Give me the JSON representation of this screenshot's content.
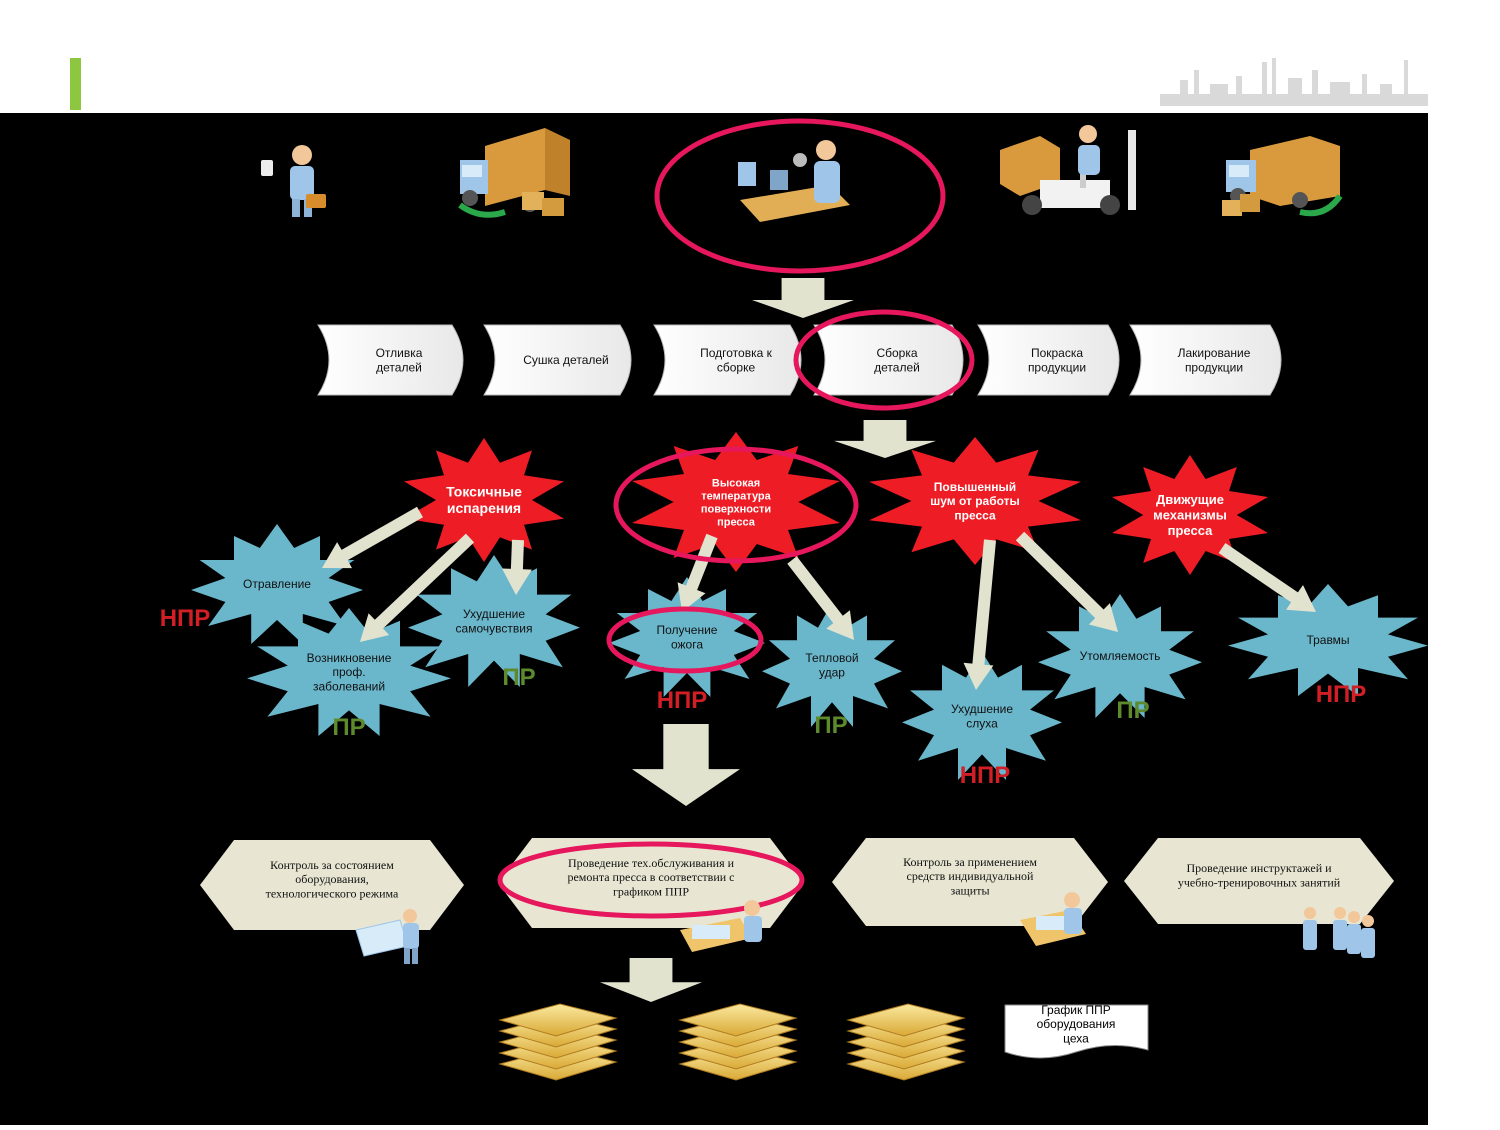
{
  "process_steps": [
    {
      "label": [
        "Отливка",
        "деталей"
      ]
    },
    {
      "label": [
        "Сушка деталей"
      ]
    },
    {
      "label": [
        "Подготовка к",
        "сборке"
      ]
    },
    {
      "label": [
        "Сборка",
        "деталей"
      ]
    },
    {
      "label": [
        "Покраска",
        "продукции"
      ]
    },
    {
      "label": [
        "Лакирование",
        "продукции"
      ]
    }
  ],
  "hazards": [
    {
      "label": [
        "Токсичные",
        "испарения"
      ]
    },
    {
      "label": [
        "Высокая",
        "температура",
        "поверхности",
        "пресса"
      ]
    },
    {
      "label": [
        "Повышенный",
        "шум от работы",
        "пресса"
      ]
    },
    {
      "label": [
        "Движущие",
        "механизмы",
        "пресса"
      ]
    }
  ],
  "consequences": [
    {
      "label": [
        "Отравление"
      ],
      "risk": "НПР"
    },
    {
      "label": [
        "Возникновение",
        "проф.",
        "заболеваний"
      ],
      "risk": "ПР"
    },
    {
      "label": [
        "Ухудшение",
        "самочувствия"
      ],
      "risk": "ПР"
    },
    {
      "label": [
        "Получение",
        "ожога"
      ],
      "risk": "НПР"
    },
    {
      "label": [
        "Тепловой",
        "удар"
      ],
      "risk": "ПР"
    },
    {
      "label": [
        "Ухудшение",
        "слуха"
      ],
      "risk": "НПР"
    },
    {
      "label": [
        "Утомляемость"
      ],
      "risk": "ПР"
    },
    {
      "label": [
        "Травмы"
      ],
      "risk": "НПР"
    }
  ],
  "measures": [
    {
      "label": [
        "Контроль за состоянием",
        "оборудования,",
        "технологического режима"
      ]
    },
    {
      "label": [
        "Проведение тех.обслуживания и",
        "ремонта пресса в соответствии с",
        "графиком ППР"
      ]
    },
    {
      "label": [
        "Контроль за применением",
        "средств индивидуальной",
        "защиты"
      ]
    },
    {
      "label": [
        "Проведение инструктажей и",
        "учебно-тренировочных занятий"
      ]
    }
  ],
  "document": {
    "label": [
      "График ППР",
      "оборудования",
      "цеха"
    ]
  },
  "colors": {
    "background": "#000000",
    "accent_bar": "#8dc63f",
    "hazard_star": "#ee1c25",
    "consequence_star": "#6ab7cc",
    "highlight_ring": "#e6175c",
    "arrow": "#e2e3cf",
    "measure_hex": "#e8e6d2",
    "risk_high": "#d21f26",
    "risk_possible": "#5c8a2c"
  }
}
